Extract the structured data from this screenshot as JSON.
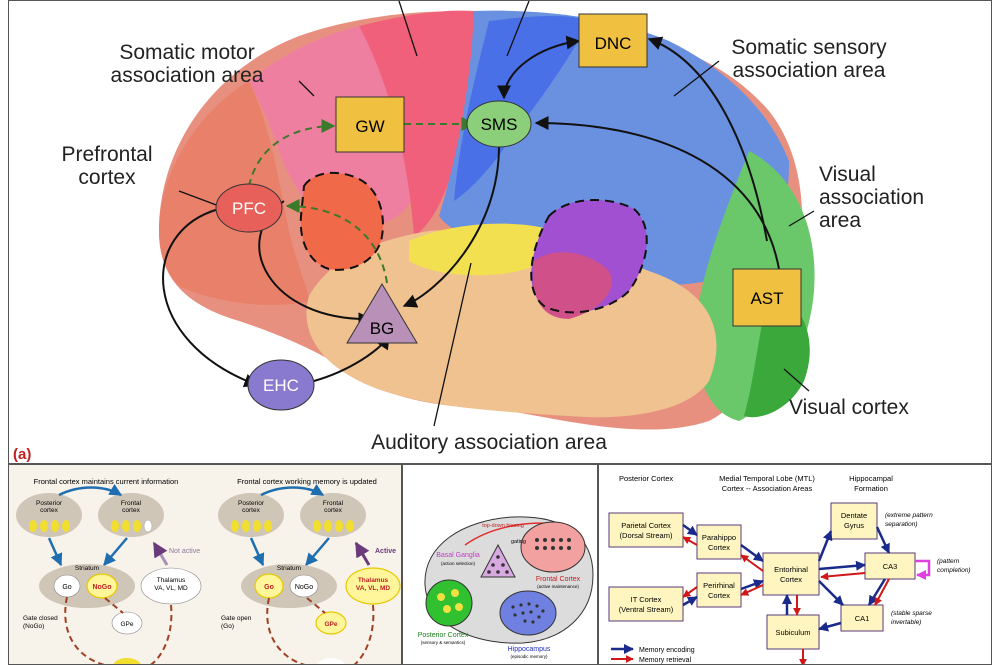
{
  "panel_a": {
    "panel_label": "(a)",
    "regions": {
      "somatic_motor": "Somatic motor\nassociation area",
      "prefrontal": "Prefrontal\ncortex",
      "somatic_sensory": "Somatic sensory\nassociation area",
      "visual_assoc": "Visual\nassociation\narea",
      "visual_cortex": "Visual cortex",
      "auditory_assoc": "Auditory association area"
    },
    "nodes": {
      "dnc": "DNC",
      "gw": "GW",
      "sms": "SMS",
      "pfc": "PFC",
      "bg": "BG",
      "ehc": "EHC",
      "ast": "AST"
    }
  },
  "panel_b": {
    "left_title": "Frontal cortex maintains current information",
    "right_title": "Frontal cortex working memory is updated",
    "posterior_cortex": "Posterior\ncortex",
    "frontal_cortex": "Frontal\ncortex",
    "striatum": "Striatum",
    "go": "Go",
    "nogo": "NoGo",
    "thalamus": "Thalamus\nVA, VL, MD",
    "gpe": "GPe",
    "not_active": "Not active",
    "active": "Active",
    "gate_closed": "Gate closed\n(NoGo)",
    "gate_open": "Gate open\n(Go)"
  },
  "panel_c": {
    "top_down": "top-down biasing",
    "gating": "gating",
    "basal_ganglia": "Basal Ganglia",
    "basal_ganglia_sub": "(action selection)",
    "frontal_cortex": "Frontal Cortex",
    "frontal_cortex_sub": "(active maintenance)",
    "posterior_cortex": "Posterior Cortex",
    "posterior_cortex_sub": "(sensory & semantics)",
    "hippocampus": "Hippocampus",
    "hippocampus_sub": "(episodic memory)"
  },
  "panel_d": {
    "col_posterior": "Posterior Cortex",
    "col_mtl": "Medial Temporal Lobe (MTL)\nCortex -- Association Areas",
    "col_hippocampal": "Hippocampal\nFormation",
    "parietal": "Parietal Cortex\n(Dorsal Stream)",
    "it": "IT Cortex\n(Ventral Stream)",
    "parahippo": "Parahippo\nCortex",
    "perirhinal": "Perirhinal\nCortex",
    "entorhinal": "Entorhinal\nCortex",
    "dentate": "Dentate\nGyrus",
    "ca3": "CA3",
    "ca1": "CA1",
    "subiculum": "Subiculum",
    "note_dg": "(extreme pattern\nseparation)",
    "note_ca3": "(pattern\ncompletion)",
    "note_ca1": "(stable sparse\ninvertable)",
    "legend_encoding": "Memory encoding",
    "legend_retrieval": "Memory retrieval"
  },
  "colors": {
    "node_box": "#f0c040",
    "pfc": "#e8605a",
    "sms": "#8ccf7a",
    "bg": "#b890b8",
    "ehc": "#8a7acf",
    "encoding": "#1a2a8a",
    "retrieval": "#d01818"
  }
}
